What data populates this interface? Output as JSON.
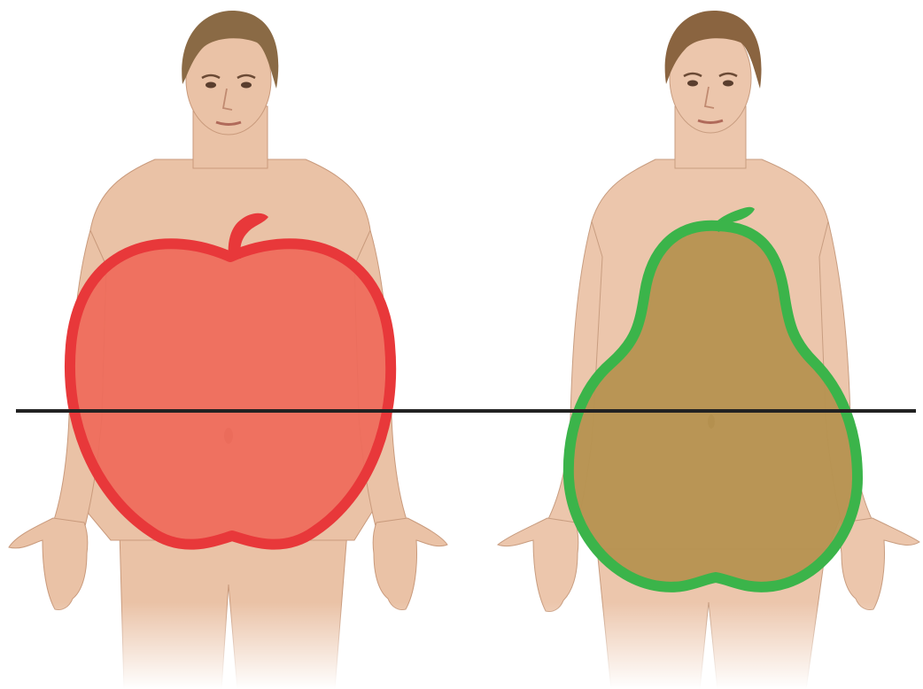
{
  "figures": [
    {
      "id": "apple",
      "shape": "apple",
      "skin_color": "#eac2a6",
      "skin_shadow": "#c99a7c",
      "hair_color": "#8a6a45",
      "fill_color": "#ef6a5a",
      "outline_color": "#e8383a"
    },
    {
      "id": "pear",
      "shape": "pear",
      "skin_color": "#ecc6ac",
      "skin_shadow": "#c89d80",
      "hair_color": "#8a6440",
      "fill_color": "#b69250",
      "outline_color": "#3bb44a"
    }
  ],
  "waist_line_color": "#222222"
}
